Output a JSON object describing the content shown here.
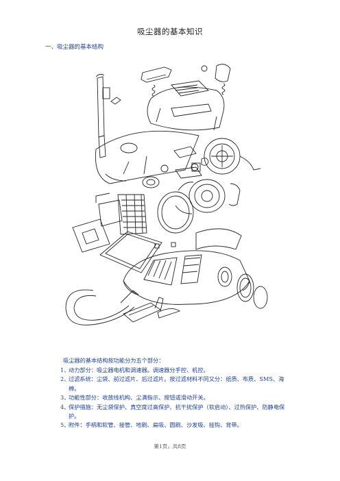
{
  "title": "吸尘器的基本知识",
  "section_heading": "一、吸尘器的基本结构",
  "intro": "吸尘器的基本结构按功能分为五个部分：",
  "items": [
    {
      "num": "1、",
      "text": "动力部分：吸尘器电机和调速器。调速器分手控、机控。"
    },
    {
      "num": "2、",
      "text": "过滤系统：尘袋、前过滤片、后过滤片。按过滤材料不同又分：纸质、布质、SMS、海棉。"
    },
    {
      "num": "3、",
      "text": "功能性部分：收放线机构、尘满指示、按钮或滑动开关。"
    },
    {
      "num": "4、",
      "text": "保护措施：无尘袋保护、真空度过高保护、抗干扰保护（软启动）、过热保护、防静电保护。"
    },
    {
      "num": "5、",
      "text": "附件：手柄和软管、接管、地刷、扁吸、圆刷、沙发吸、挂钩、背带。"
    }
  ],
  "footer": "第1页，共8页",
  "colors": {
    "text_blue": "#1f3f9f",
    "line": "#222222"
  }
}
